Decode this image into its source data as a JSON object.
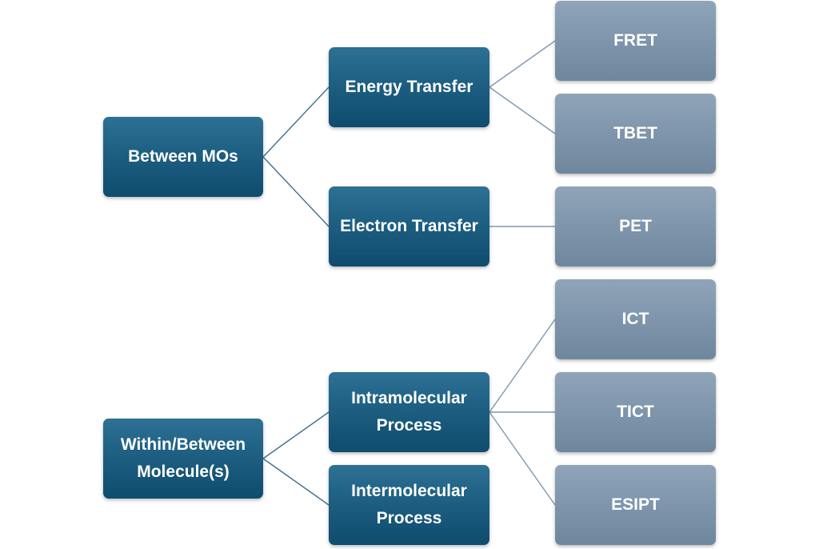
{
  "diagram": {
    "root_nodes": {
      "between_mos": "Between MOs",
      "within_between_molecules": "Within/Between\nMolecule(s)"
    },
    "mid_nodes": {
      "energy_transfer": "Energy Transfer",
      "electron_transfer": "Electron Transfer",
      "intramolecular_process": "Intramolecular\nProcess",
      "intermolecular_process": "Intermolecular\nProcess"
    },
    "leaf_nodes": {
      "fret": "FRET",
      "tbet": "TBET",
      "pet": "PET",
      "ict": "ICT",
      "tict": "TICT",
      "esipt": "ESIPT"
    },
    "connections": [
      [
        "Between MOs",
        "Energy Transfer"
      ],
      [
        "Between MOs",
        "Electron Transfer"
      ],
      [
        "Energy Transfer",
        "FRET"
      ],
      [
        "Energy Transfer",
        "TBET"
      ],
      [
        "Electron Transfer",
        "PET"
      ],
      [
        "Within/Between Molecule(s)",
        "Intramolecular Process"
      ],
      [
        "Within/Between Molecule(s)",
        "Intermolecular Process"
      ],
      [
        "Intramolecular Process",
        "ICT"
      ],
      [
        "Intramolecular Process",
        "TICT"
      ],
      [
        "Intramolecular Process",
        "ESIPT"
      ]
    ],
    "colors": {
      "primary_node": "#1c5d80",
      "secondary_node": "#7e95ab",
      "connector": "#3f6f8c",
      "text": "#ffffff"
    }
  }
}
